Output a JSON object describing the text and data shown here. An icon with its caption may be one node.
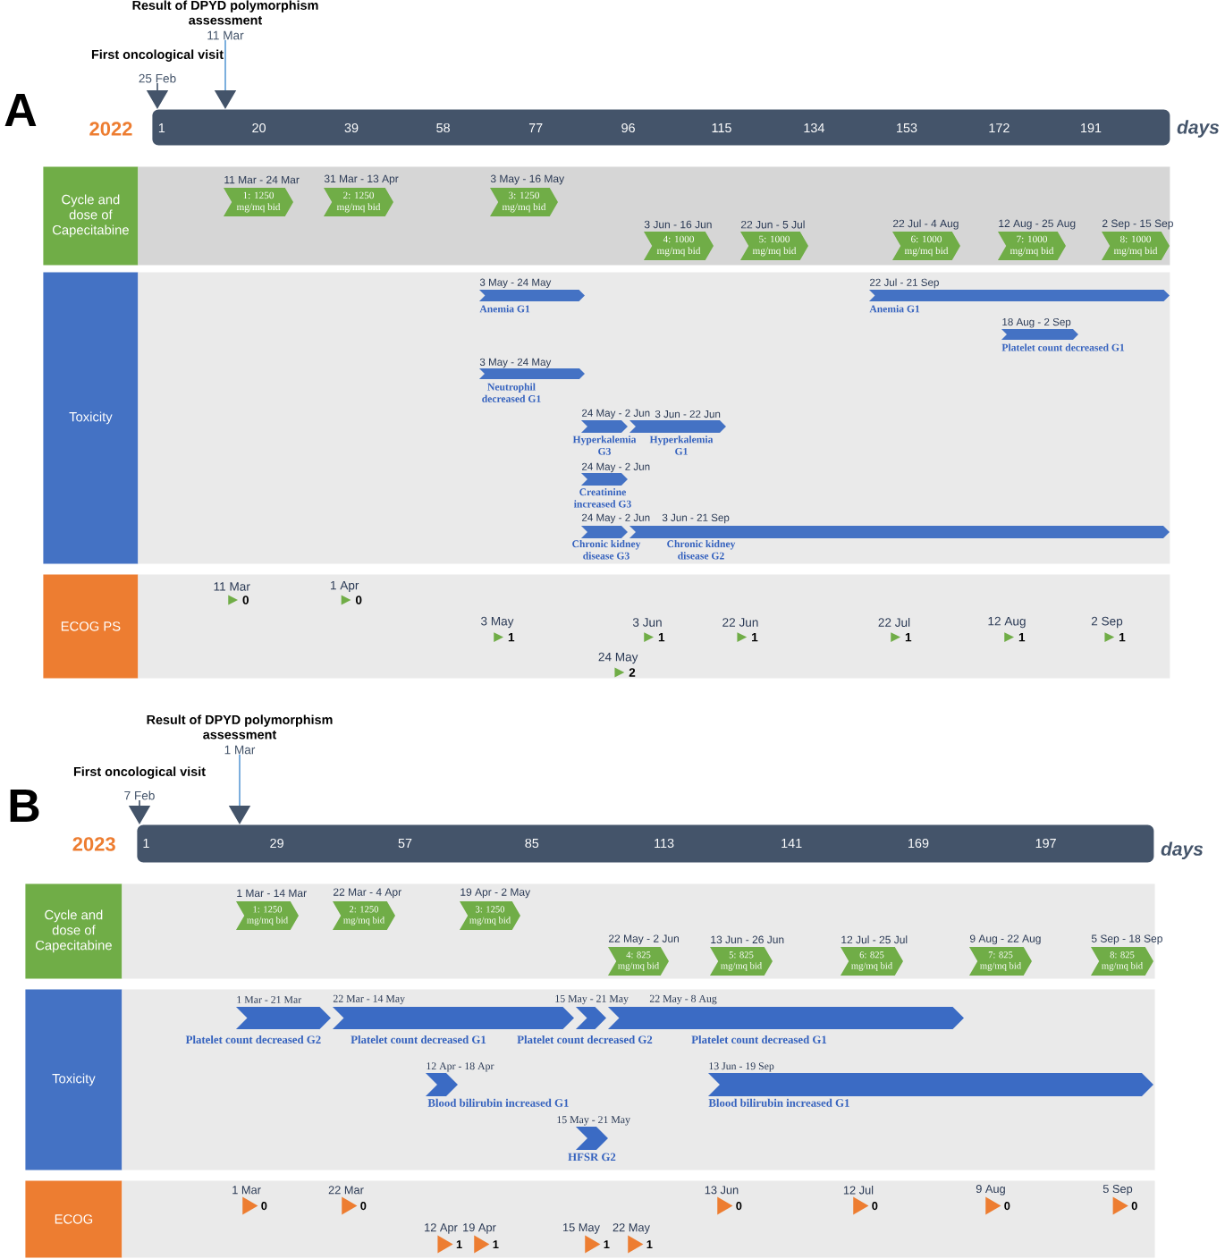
{
  "diagram": {
    "nodes": [
      {
        "text": [
          "Result of DPYD polymorphism assessment",
          "11 Mar"
        ]
      },
      {
        "text": [
          "First oncological visit",
          "25 Feb"
        ]
      },
      {
        "text": [
          "1",
          "20",
          "39",
          "58",
          "77",
          "96",
          "115",
          "134",
          "153",
          "172",
          "191"
        ],
        "beside": [
          "2022",
          "days"
        ]
      },
      {
        "text": [
          "Cycle and dose of Capecitabine"
        ]
      },
      {
        "text": [],
        "shape": "box"
      },
      {
        "text": [
          "11 Mar - 24 Mar",
          "1: 1250 mg/mq bid"
        ],
        "in": 4
      },
      {
        "text": [
          "31 Mar - 13 Apr",
          "2: 1250 mg/mq bid"
        ],
        "in": 4
      },
      {
        "text": [
          "3 May - 16 May",
          "3: 1250 mg/mq bid"
        ],
        "in": 4
      },
      {
        "text": [
          "3 Jun - 16 Jun",
          "4: 1000 mg/mq bid"
        ],
        "in": 4
      },
      {
        "text": [
          "22 Jun - 5 Jul",
          "5: 1000 mg/mq bid"
        ],
        "in": 4
      },
      {
        "text": [
          "22 Jul - 4 Aug",
          "6: 1000 mg/mq bid"
        ],
        "in": 4
      },
      {
        "text": [
          "12 Aug - 25 Aug",
          "7: 1000 mg/mq bid"
        ],
        "in": 4
      },
      {
        "text": [
          "2 Sep - 15 Sep",
          "8: 1000 mg/mq bid"
        ],
        "in": 4
      },
      {
        "text": [
          "Toxicity"
        ]
      },
      {
        "text": [],
        "shape": "box"
      },
      {
        "text": [
          "3 May - 24 May",
          "Anemia G1"
        ],
        "in": 14
      },
      {
        "text": [
          "22 Jul - 21 Sep",
          "Anemia G1"
        ],
        "in": 14
      },
      {
        "text": [
          "18 Aug - 2 Sep",
          "Platelet count decreased G1"
        ],
        "in": 14
      },
      {
        "text": [
          "3 May - 24 May",
          "Neutrophil decreased G1"
        ],
        "in": 14
      },
      {
        "text": [
          "24 May - 2 Jun",
          "Hyperkalemia G3"
        ],
        "in": 14
      },
      {
        "text": [
          "3 Jun - 22 Jun",
          "Hyperkalemia G1"
        ],
        "in": 14
      },
      {
        "text": [
          "24 May - 2 Jun",
          "Creatinine increased G3"
        ],
        "in": 14
      },
      {
        "text": [
          "24 May - 2 Jun",
          "Chronic kidney disease G3"
        ],
        "in": 14
      },
      {
        "text": [
          "3 Jun - 21 Sep",
          "Chronic kidney disease G2"
        ],
        "in": 14
      },
      {
        "text": [
          "ECOG PS"
        ]
      },
      {
        "text": [],
        "shape": "box"
      },
      {
        "text": [
          "11 Mar",
          "0"
        ],
        "in": 25
      },
      {
        "text": [
          "1 Apr",
          "0"
        ],
        "in": 25
      },
      {
        "text": [
          "3 May",
          "1"
        ],
        "in": 25
      },
      {
        "text": [
          "3 Jun",
          "1"
        ],
        "in": 25
      },
      {
        "text": [
          "22 Jun",
          "1"
        ],
        "in": 25
      },
      {
        "text": [
          "22 Jul",
          "1"
        ],
        "in": 25
      },
      {
        "text": [
          "12 Aug",
          "1"
        ],
        "in": 25
      },
      {
        "text": [
          "2 Sep",
          "1"
        ],
        "in": 25
      },
      {
        "text": [
          "24 May",
          "2"
        ],
        "in": 25
      },
      {
        "text": [
          "Result of DPYD polymorphism assessment",
          "1 Mar"
        ]
      },
      {
        "text": [
          "First oncological visit",
          "7 Feb"
        ]
      },
      {
        "text": [
          "1",
          "29",
          "57",
          "85",
          "113",
          "141",
          "169",
          "197"
        ],
        "beside": [
          "2023",
          "days"
        ]
      },
      {
        "text": [
          "Cycle and dose of Capecitabine"
        ]
      },
      {
        "text": [],
        "shape": "box"
      },
      {
        "text": [
          "1 Mar - 14 Mar",
          "1: 1250 mg/mq bid"
        ],
        "in": 39
      },
      {
        "text": [
          "22 Mar - 4 Apr",
          "2: 1250 mg/mq bid"
        ],
        "in": 39
      },
      {
        "text": [
          "19 Apr - 2 May",
          "3: 1250 mg/mq bid"
        ],
        "in": 39
      },
      {
        "text": [
          "22 May - 2 Jun",
          "4: 825 mg/mq bid"
        ],
        "in": 39
      },
      {
        "text": [
          "13 Jun - 26 Jun",
          "5: 825 mg/mq bid"
        ],
        "in": 39
      },
      {
        "text": [
          "12 Jul - 25 Jul",
          "6: 825 mg/mq bid"
        ],
        "in": 39
      },
      {
        "text": [
          "9 Aug - 22 Aug",
          "7: 825 mg/mq bid"
        ],
        "in": 39
      },
      {
        "text": [
          "5 Sep - 18 Sep",
          "8: 825 mg/mq bid"
        ],
        "in": 39
      },
      {
        "text": [
          "Toxicity"
        ]
      },
      {
        "text": [],
        "shape": "box"
      },
      {
        "text": [
          "1 Mar - 21 Mar",
          "Platelet count decreased G2"
        ],
        "in": 49
      },
      {
        "text": [
          "22 Mar - 14 May",
          "Platelet count decreased G1"
        ],
        "in": 49
      },
      {
        "text": [
          "15 May - 21 May",
          "Platelet count decreased G2"
        ],
        "in": 49
      },
      {
        "text": [
          "22 May - 8 Aug",
          "Platelet count decreased G1"
        ],
        "in": 49
      },
      {
        "text": [
          "12 Apr - 18 Apr",
          "Blood bilirubin increased G1"
        ],
        "in": 49
      },
      {
        "text": [
          "13 Jun - 19 Sep",
          "Blood bilirubin increased G1"
        ],
        "in": 49
      },
      {
        "text": [
          "15 May - 21 May",
          "HFSR G2"
        ],
        "in": 49
      },
      {
        "text": [
          "ECOG"
        ]
      },
      {
        "text": [],
        "shape": "box"
      },
      {
        "text": [
          "1 Mar",
          "0"
        ],
        "in": 58
      },
      {
        "text": [
          "22 Mar",
          "0"
        ],
        "in": 58
      },
      {
        "text": [
          "13 Jun",
          "0"
        ],
        "in": 58
      },
      {
        "text": [
          "12 Jul",
          "0"
        ],
        "in": 58
      },
      {
        "text": [
          "9 Aug",
          "0"
        ],
        "in": 58
      },
      {
        "text": [
          "5 Sep",
          "0"
        ],
        "in": 58
      },
      {
        "text": [
          "12 Apr",
          "1"
        ],
        "in": 58
      },
      {
        "text": [
          "19 Apr",
          "1"
        ],
        "in": 58
      },
      {
        "text": [
          "15 May",
          "1"
        ],
        "in": 58
      },
      {
        "text": [
          "22 May",
          "1"
        ],
        "in": 58
      }
    ],
    "edges": [
      {
        "from": 0,
        "to": 2,
        "arrow": "to",
        "color": "#5b9bd5"
      },
      {
        "from": 1,
        "to": 2,
        "arrow": "to",
        "color": "#44546a"
      },
      {
        "from": 35,
        "to": 37,
        "arrow": "to",
        "color": "#5b9bd5"
      },
      {
        "from": 36,
        "to": 37,
        "arrow": "to",
        "color": "#44546a"
      }
    ],
    "labels": [
      "A",
      "B"
    ]
  }
}
